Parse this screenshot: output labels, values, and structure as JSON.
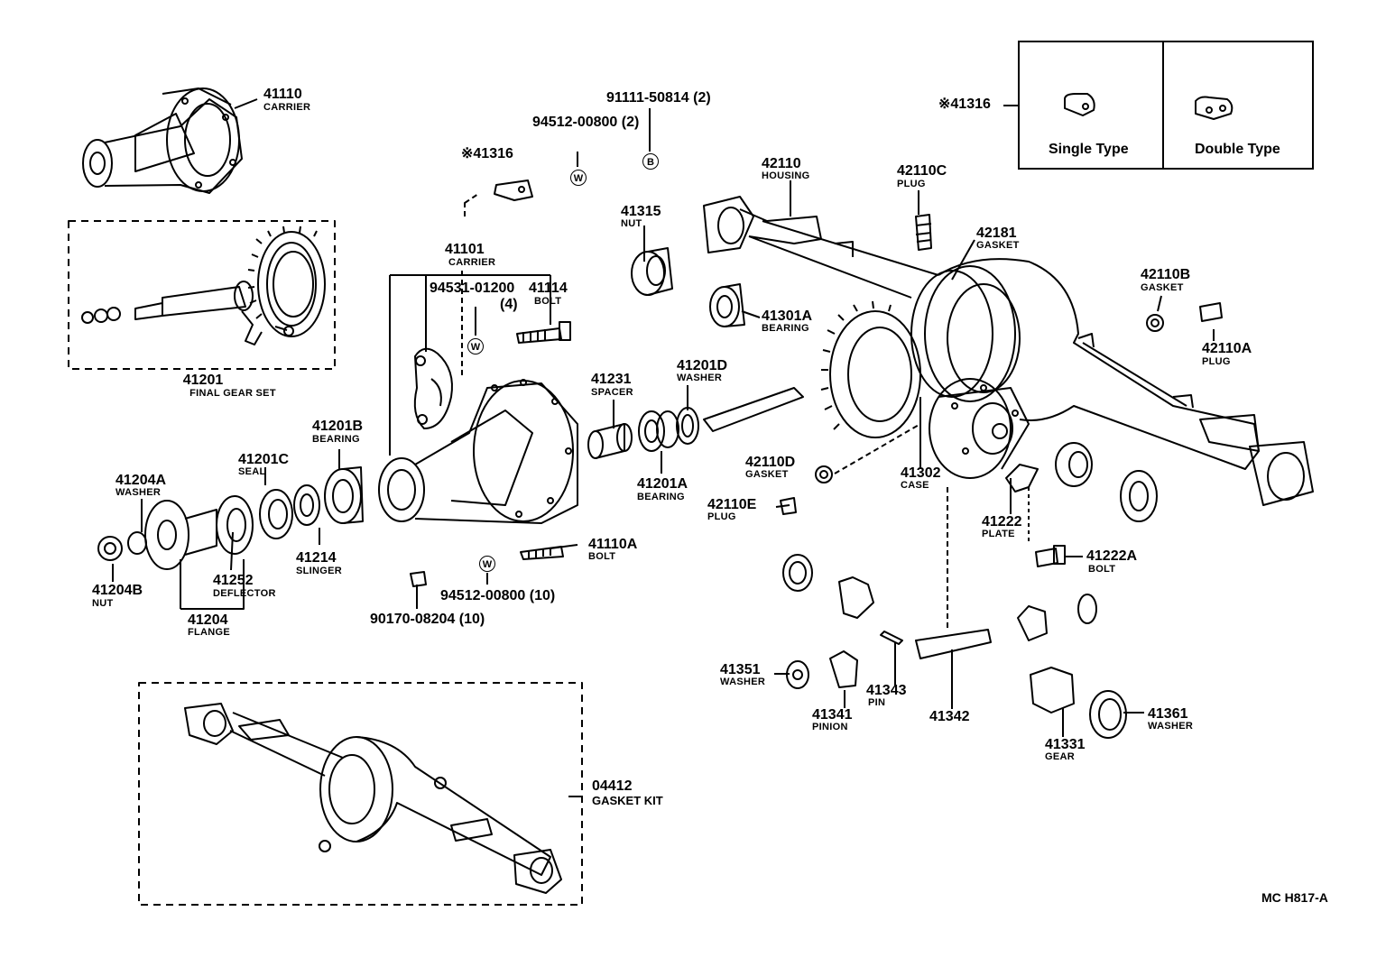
{
  "diagram": {
    "drawing_code": "MC H817-A",
    "legend": {
      "part_no": "※41316",
      "types": [
        "Single Type",
        "Double Type"
      ]
    },
    "markers": {
      "w": "W",
      "b": "B"
    },
    "parts": {
      "p41110": {
        "no": "41110",
        "name": "CARRIER"
      },
      "p41201": {
        "no": "41201",
        "name": "FINAL GEAR SET"
      },
      "p91111": {
        "no": "91111-50814 (2)"
      },
      "p94512a": {
        "no": "94512-00800 (2)"
      },
      "p41316": {
        "no": "※41316"
      },
      "p41101": {
        "no": "41101",
        "name": "CARRIER"
      },
      "p94531": {
        "no": "94531-01200",
        "qty": "(4)"
      },
      "p41114": {
        "no": "41114",
        "name": "BOLT"
      },
      "p41315": {
        "no": "41315",
        "name": "NUT"
      },
      "p42110": {
        "no": "42110",
        "name": "HOUSING"
      },
      "p42110c": {
        "no": "42110C",
        "name": "PLUG"
      },
      "p42181": {
        "no": "42181",
        "name": "GASKET"
      },
      "p42110b": {
        "no": "42110B",
        "name": "GASKET"
      },
      "p42110a": {
        "no": "42110A",
        "name": "PLUG"
      },
      "p41301a": {
        "no": "41301A",
        "name": "BEARING"
      },
      "p41201d": {
        "no": "41201D",
        "name": "WASHER"
      },
      "p41231": {
        "no": "41231",
        "name": "SPACER"
      },
      "p41201a": {
        "no": "41201A",
        "name": "BEARING"
      },
      "p41201b": {
        "no": "41201B",
        "name": "BEARING"
      },
      "p41201c": {
        "no": "41201C",
        "name": "SEAL"
      },
      "p41204a": {
        "no": "41204A",
        "name": "WASHER"
      },
      "p41204b": {
        "no": "41204B",
        "name": "NUT"
      },
      "p41252": {
        "no": "41252",
        "name": "DEFLECTOR"
      },
      "p41204": {
        "no": "41204",
        "name": "FLANGE"
      },
      "p41214": {
        "no": "41214",
        "name": "SLINGER"
      },
      "p41110a": {
        "no": "41110A",
        "name": "BOLT"
      },
      "p94512b": {
        "no": "94512-00800 (10)"
      },
      "p90170": {
        "no": "90170-08204 (10)"
      },
      "p42110d": {
        "no": "42110D",
        "name": "GASKET"
      },
      "p42110e": {
        "no": "42110E",
        "name": "PLUG"
      },
      "p41302": {
        "no": "41302",
        "name": "CASE"
      },
      "p41222": {
        "no": "41222",
        "name": "PLATE"
      },
      "p41222a": {
        "no": "41222A",
        "name": "BOLT"
      },
      "p41351": {
        "no": "41351",
        "name": "WASHER"
      },
      "p41341": {
        "no": "41341",
        "name": "PINION"
      },
      "p41343": {
        "no": "41343",
        "name": "PIN"
      },
      "p41342": {
        "no": "41342"
      },
      "p41331": {
        "no": "41331",
        "name": "GEAR"
      },
      "p41361": {
        "no": "41361",
        "name": "WASHER"
      },
      "p04412": {
        "no": "04412",
        "name": "GASKET KIT"
      }
    }
  }
}
